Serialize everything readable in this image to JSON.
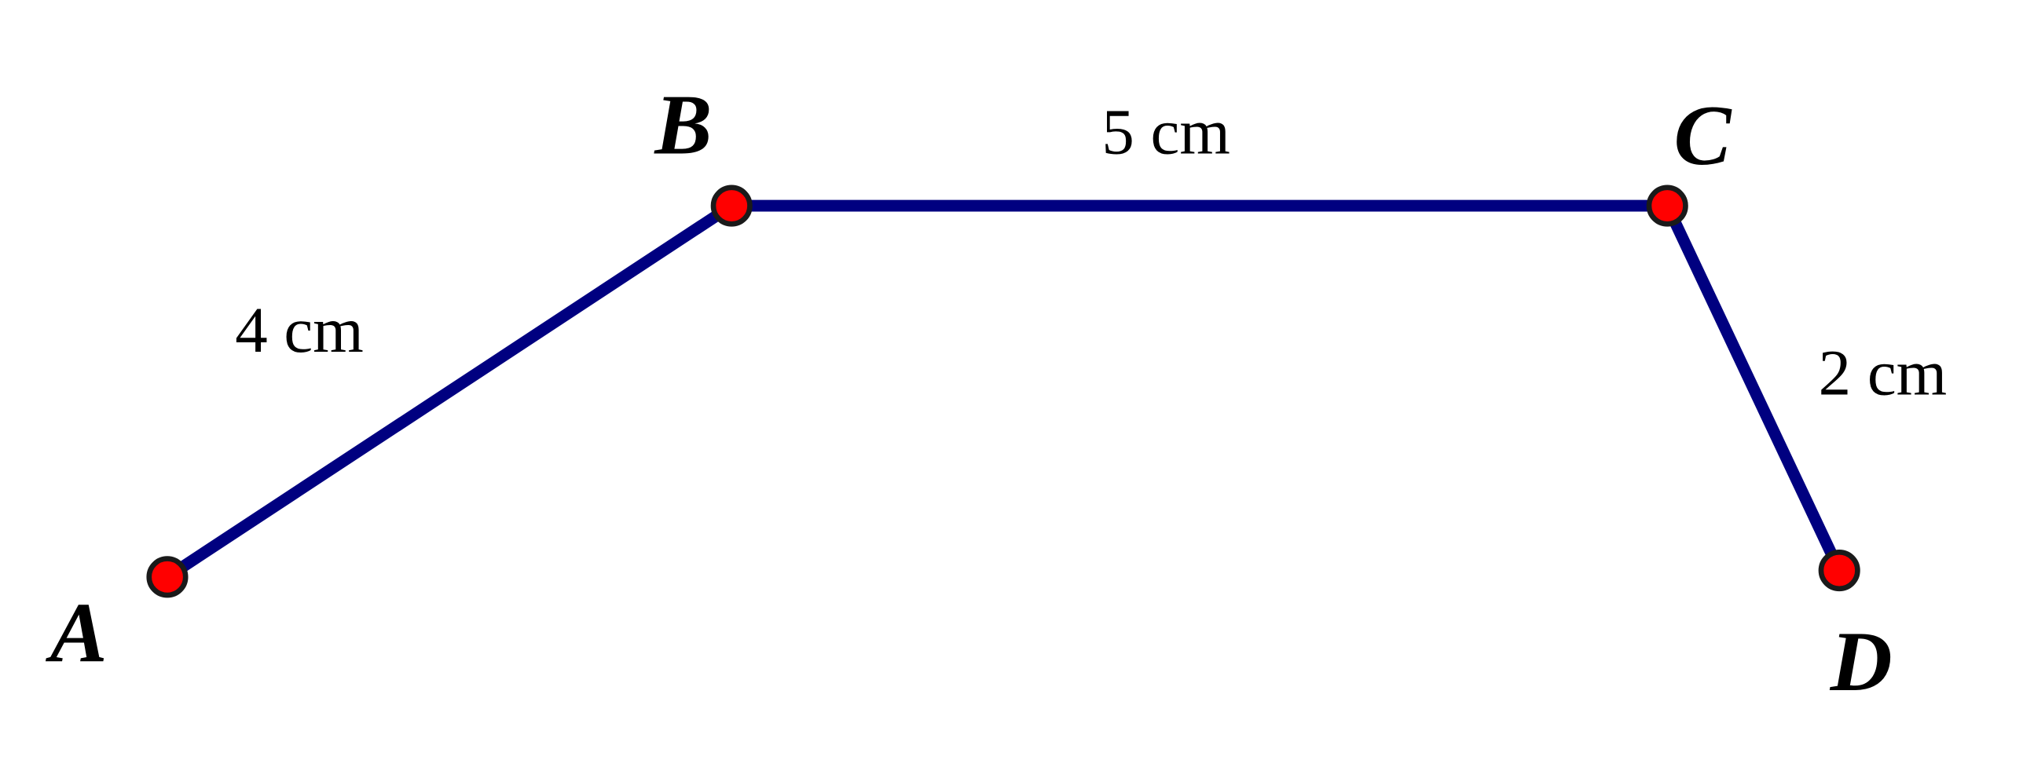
{
  "points": {
    "A": "A",
    "B": "B",
    "C": "C",
    "D": "D"
  },
  "segments": {
    "AB": "4 cm",
    "BC": "5 cm",
    "CD": "2 cm"
  },
  "colors": {
    "segment": "#000080",
    "point": "#ff0000"
  }
}
